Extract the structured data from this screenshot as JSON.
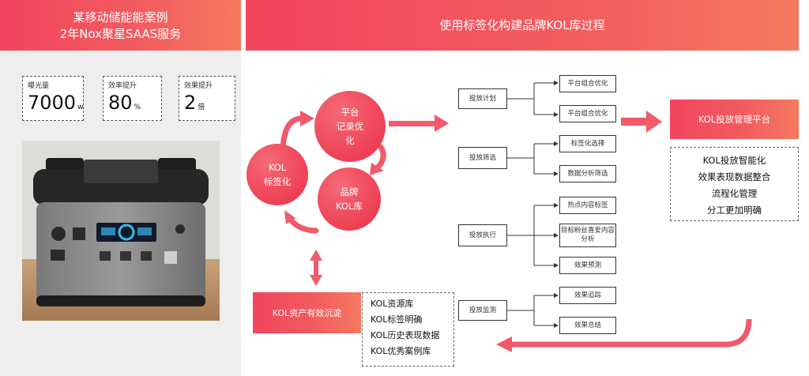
{
  "left_panel": {
    "header_line1": "某移动储能能案例",
    "header_line2": "2年Nox聚星SAAS服务",
    "stats": [
      {
        "label": "曝光量",
        "value": "7000",
        "unit": "w"
      },
      {
        "label": "效率提升",
        "value": "80",
        "unit": "%"
      },
      {
        "label": "效果提升",
        "value": "2",
        "unit": "倍"
      }
    ]
  },
  "right_panel": {
    "header": "使用标签化构建品牌KOL库过程",
    "cycle": {
      "platform": [
        "平台",
        "记录优",
        "化"
      ],
      "tagging": [
        "KOL",
        "标签化"
      ],
      "library": [
        "品牌",
        "KOL库"
      ]
    },
    "asset_box": "KOL资产有效沉淀",
    "asset_list": [
      "KOL资源库",
      "KOL标签明确",
      "KOL历史表现数据",
      "KOL优秀案例库"
    ],
    "stages": [
      "投放计划",
      "投放筛选",
      "投放执行",
      "投放监测"
    ],
    "sub_items": [
      "平台组合优化",
      "平台组合优化",
      "标签化选择",
      "数据分析筛选",
      "热点内容标签",
      "目标粉丝喜爱内容分析",
      "效果预测",
      "效果追踪",
      "效果总结"
    ],
    "platform_box": "KOL投放管理平台",
    "platform_list": [
      "KOL投放智能化",
      "效果表现数据整合",
      "流程化管理",
      "分工更加明确"
    ]
  },
  "colors": {
    "accent": "#f2455f",
    "accent_light": "#f6795f",
    "panel_bg": "#eeeeee"
  }
}
